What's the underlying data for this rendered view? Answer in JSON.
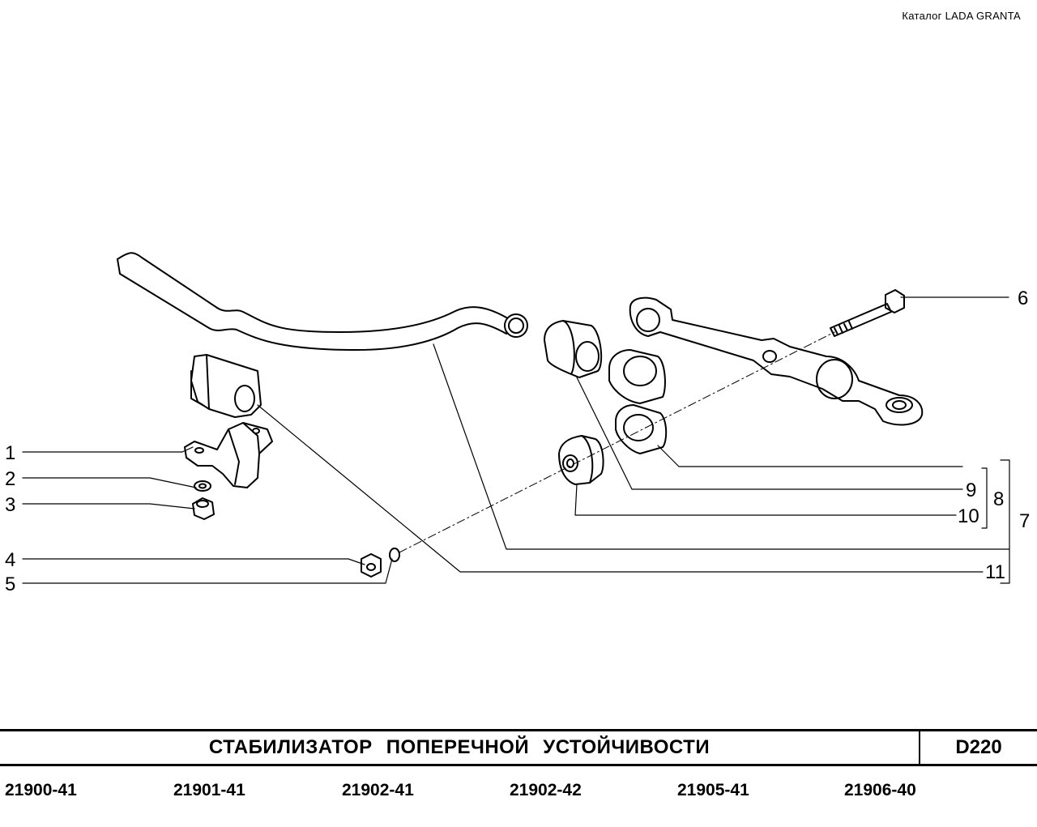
{
  "header": {
    "catalog": "Каталог LADA GRANTA"
  },
  "callouts": [
    "1",
    "2",
    "3",
    "4",
    "5",
    "6",
    "7",
    "8",
    "9",
    "10",
    "11"
  ],
  "footer": {
    "title": "СТАБИЛИЗАТОР ПОПЕРЕЧНОЙ УСТОЙЧИВОСТИ",
    "code": "D220",
    "models": [
      "21900-41",
      "21901-41",
      "21902-41",
      "21902-42",
      "21905-41",
      "21906-40"
    ]
  }
}
